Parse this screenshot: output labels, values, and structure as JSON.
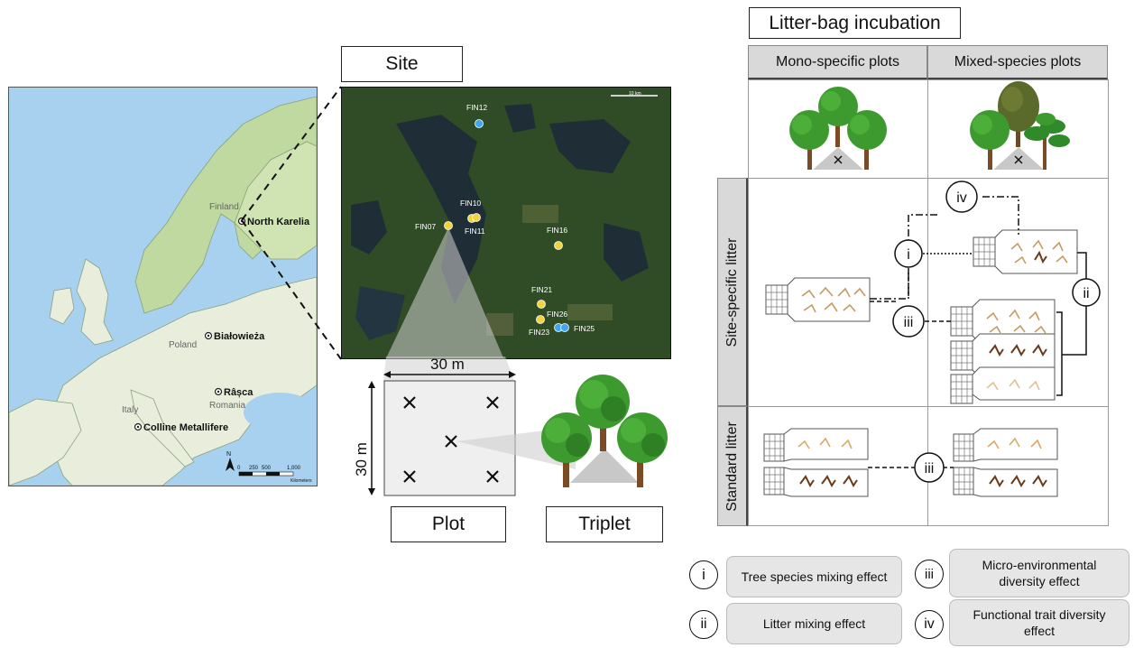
{
  "labels": {
    "site": "Site",
    "plot": "Plot",
    "triplet": "Triplet",
    "litter_bag_title": "Litter-bag incubation",
    "plot_width": "30 m",
    "plot_height": "30 m"
  },
  "europe_map": {
    "countries": [
      "Finland",
      "Poland",
      "Romania",
      "Italy"
    ],
    "sites": [
      "North Karelia",
      "Białowieża",
      "Râșca",
      "Colline Metallifere"
    ],
    "scale_ticks": [
      "0",
      "250",
      "500",
      "1,000"
    ],
    "scale_unit": "Kilometers",
    "north_label": "N"
  },
  "satellite_map": {
    "scale_text": "10 km",
    "markers": [
      {
        "label": "FIN12",
        "color": "#3ea6f2"
      },
      {
        "label": "FIN10",
        "color": "#f2d33a"
      },
      {
        "label": "FIN11",
        "color": "#f2d33a"
      },
      {
        "label": "FIN07",
        "color": "#f2d33a"
      },
      {
        "label": "FIN16",
        "color": "#f2d33a"
      },
      {
        "label": "FIN21",
        "color": "#f2d33a"
      },
      {
        "label": "FIN26",
        "color": "#f2d33a"
      },
      {
        "label": "FIN23",
        "color": "#f2d33a"
      },
      {
        "label": "FIN25",
        "color": "#3ea6f2"
      }
    ]
  },
  "grid": {
    "col_headers": [
      "Mono-specific plots",
      "Mixed-species plots"
    ],
    "row_headers": [
      "Site-specific litter",
      "Standard litter"
    ],
    "effect_markers": [
      "i",
      "ii",
      "iii",
      "iv",
      "iii",
      "iii"
    ]
  },
  "legend": [
    {
      "numeral": "i",
      "text": "Tree species mixing effect"
    },
    {
      "numeral": "iii",
      "text": "Micro-environmental diversity effect"
    },
    {
      "numeral": "ii",
      "text": "Litter mixing effect"
    },
    {
      "numeral": "iv",
      "text": "Functional trait diversity effect"
    }
  ],
  "colors": {
    "header_gray": "#d9d9d9",
    "legend_gray": "#e6e6e6",
    "tree_green": "#3d9a2e",
    "trunk_brown": "#7a4b25",
    "litter_light": "#d9a86a",
    "litter_dark": "#6b3a1a",
    "europe_land": "#e9eedc",
    "europe_sea": "#a7d1ef",
    "europe_forest": "#bfd9a0"
  }
}
